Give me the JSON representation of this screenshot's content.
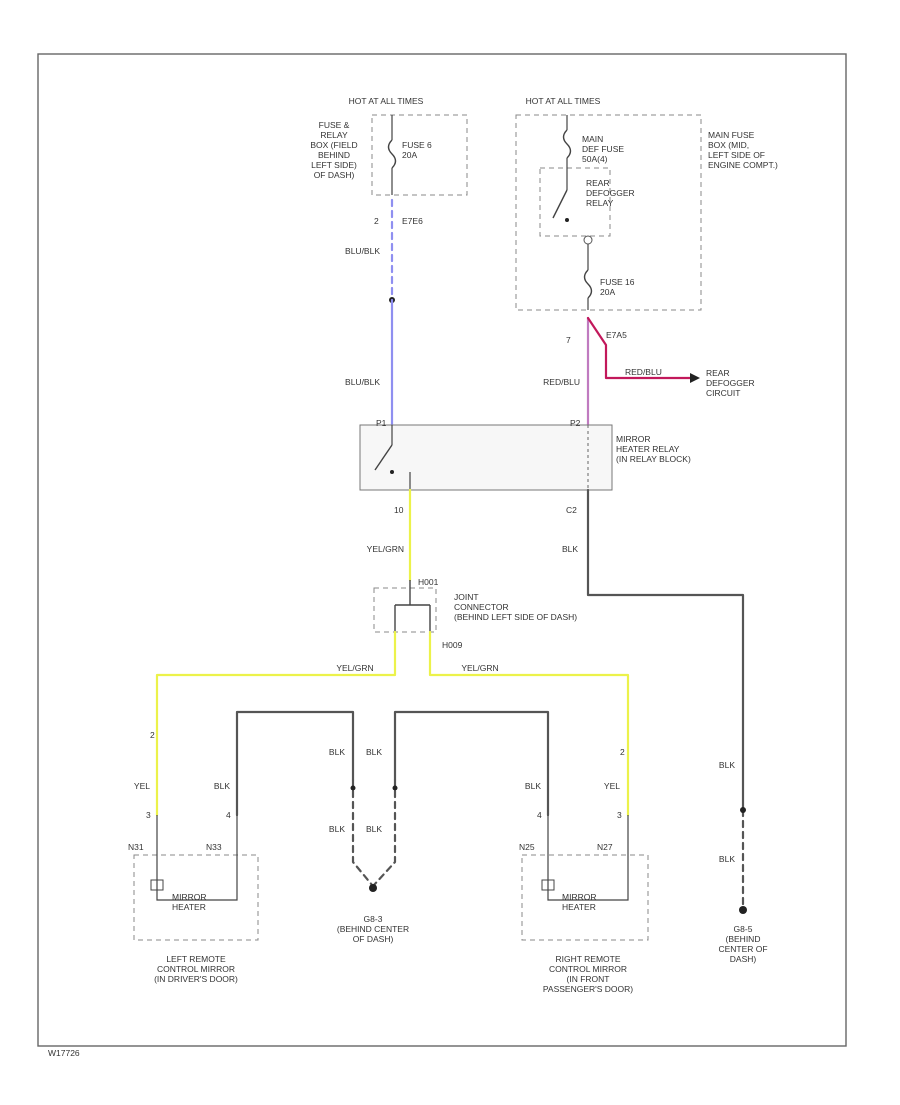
{
  "footer_code": "W17726",
  "colors": {
    "blu_blk": "#8f8ff0",
    "yel_grn": "#ecf24a",
    "red_blu": "#c07bc0",
    "red_heavy": "#c2185b",
    "blk": "#555555"
  },
  "labels": {
    "hot_left": "HOT AT ALL TIMES",
    "hot_right": "HOT AT ALL TIMES",
    "fuse_relay_box": [
      "FUSE &",
      "RELAY",
      "BOX (FIELD",
      "BEHIND",
      "LEFT SIDE)",
      "OF DASH)"
    ],
    "fuse6": [
      "FUSE 6",
      "20A"
    ],
    "main_fuse_box": [
      "MAIN FUSE",
      "BOX (MID,",
      "LEFT SIDE OF",
      "ENGINE COMPT.)"
    ],
    "main_def_fuse": [
      "MAIN",
      "DEF FUSE",
      "50A(4)"
    ],
    "rear_defogger_relay": [
      "REAR",
      "DEFOGGER",
      "RELAY"
    ],
    "fuse16": [
      "FUSE 16",
      "20A"
    ],
    "pin_left": "2",
    "conn_left": "E7E6",
    "pin_right": "7",
    "conn_right": "E7A5",
    "wire_blu_blk_1": "BLU/BLK",
    "wire_blu_blk_2": "BLU/BLK",
    "wire_red_blu": "RED/BLU",
    "wire_red_blu_2": "RED/BLU",
    "rear_defogger_circuit": [
      "REAR",
      "DEFOGGER",
      "CIRCUIT"
    ],
    "mirror_heater_relay": [
      "MIRROR",
      "HEATER RELAY",
      "(IN RELAY BLOCK)"
    ],
    "relay_pin_tl": "P1",
    "relay_pin_tr": "P2",
    "relay_pin_bl": "10",
    "relay_pin_br": "C2",
    "wire_yel_grn_1": "YEL/GRN",
    "wire_blk_1": "BLK",
    "joint_id_top": "H001",
    "joint_connector": [
      "JOINT",
      "CONNECTOR",
      "(BEHIND LEFT SIDE OF DASH)"
    ],
    "joint_id_right": "H009",
    "wire_yel_grn_left": "YEL/GRN",
    "wire_yel_grn_right": "YEL/GRN",
    "pin_2_left": "2",
    "pin_2_right": "2",
    "wire_yel_left": "YEL",
    "wire_yel_right": "YEL",
    "wire_blk_a": "BLK",
    "wire_blk_b": "BLK",
    "wire_blk_c": "BLK",
    "wire_blk_d": "BLK",
    "wire_blk_e": "BLK",
    "wire_blk_f": "BLK",
    "wire_blk_g": "BLK",
    "wire_blk_h": "BLK",
    "pin_3_left": "3",
    "pin_4_left": "4",
    "pin_4_right": "4",
    "pin_3_right": "3",
    "conn_n31": "N31",
    "conn_n33": "N33",
    "conn_n25": "N25",
    "conn_n27": "N27",
    "mirror_heater_left": [
      "MIRROR",
      "HEATER"
    ],
    "mirror_heater_right": [
      "MIRROR",
      "HEATER"
    ],
    "left_mirror": [
      "LEFT REMOTE",
      "CONTROL MIRROR",
      "(IN DRIVER'S DOOR)"
    ],
    "ground_g3": [
      "G8-3",
      "(BEHIND CENTER",
      "OF DASH)"
    ],
    "right_mirror": [
      "RIGHT REMOTE",
      "CONTROL MIRROR",
      "(IN FRONT",
      "PASSENGER'S DOOR)"
    ],
    "ground_g4": [
      "G8-5",
      "(BEHIND",
      "CENTER OF",
      "DASH)"
    ]
  }
}
